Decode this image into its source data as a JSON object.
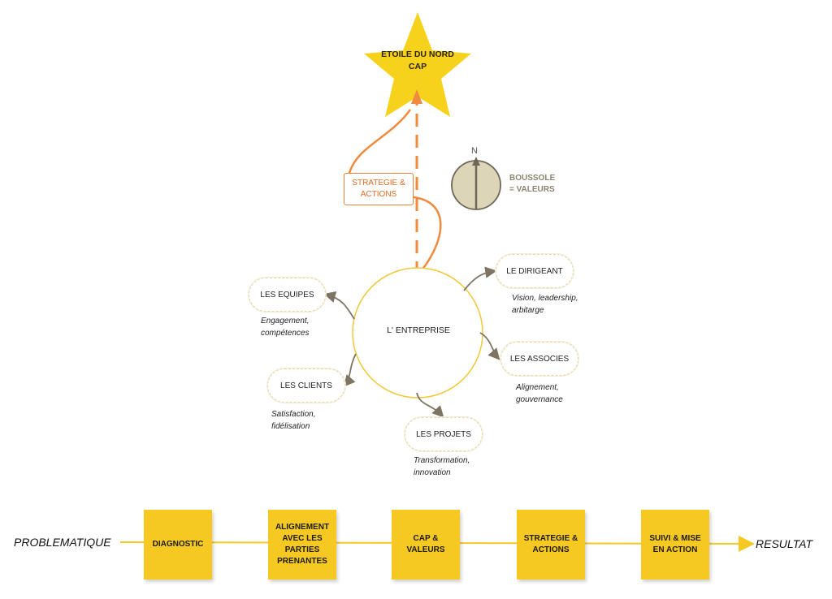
{
  "north_star": {
    "line1": "ETOILE DU NORD",
    "line2": "CAP"
  },
  "strategy": {
    "line1": "STRATEGIE &",
    "line2": "ACTIONS"
  },
  "compass": {
    "n_label": "N",
    "line1": "BOUSSOLE",
    "line2": "= VALEURS"
  },
  "center": {
    "label": "L' ENTREPRISE"
  },
  "stakeholders": [
    {
      "label": "LES EQUIPES",
      "caption1": "Engagement,",
      "caption2": "compétences"
    },
    {
      "label": "LE DIRIGEANT",
      "caption1": "Vision, leadership,",
      "caption2": "arbitarge"
    },
    {
      "label": "LES ASSOCIES",
      "caption1": "Alignement,",
      "caption2": "gouvernance"
    },
    {
      "label": "LES CLIENTS",
      "caption1": "Satisfaction,",
      "caption2": "fidélisation"
    },
    {
      "label": "LES PROJETS",
      "caption1": "Transformation,",
      "caption2": "innovation"
    }
  ],
  "timeline": {
    "start": "PROBLEMATIQUE",
    "end": "RESULTAT",
    "steps": [
      {
        "lines": [
          "DIAGNOSTIC"
        ]
      },
      {
        "lines": [
          "ALIGNEMENT",
          "AVEC LES",
          "PARTIES",
          "PRENANTES"
        ]
      },
      {
        "lines": [
          "CAP &",
          "VALEURS"
        ]
      },
      {
        "lines": [
          "STRATEGIE &",
          "ACTIONS"
        ]
      },
      {
        "lines": [
          "SUIVI & MISE",
          "EN ACTION"
        ]
      }
    ]
  },
  "colors": {
    "star": "#f7d21c",
    "orange": "#f08a3c",
    "sticky": "#f5c922",
    "arrow_gray": "#7d7464",
    "circle_border": "#f0c93a"
  }
}
